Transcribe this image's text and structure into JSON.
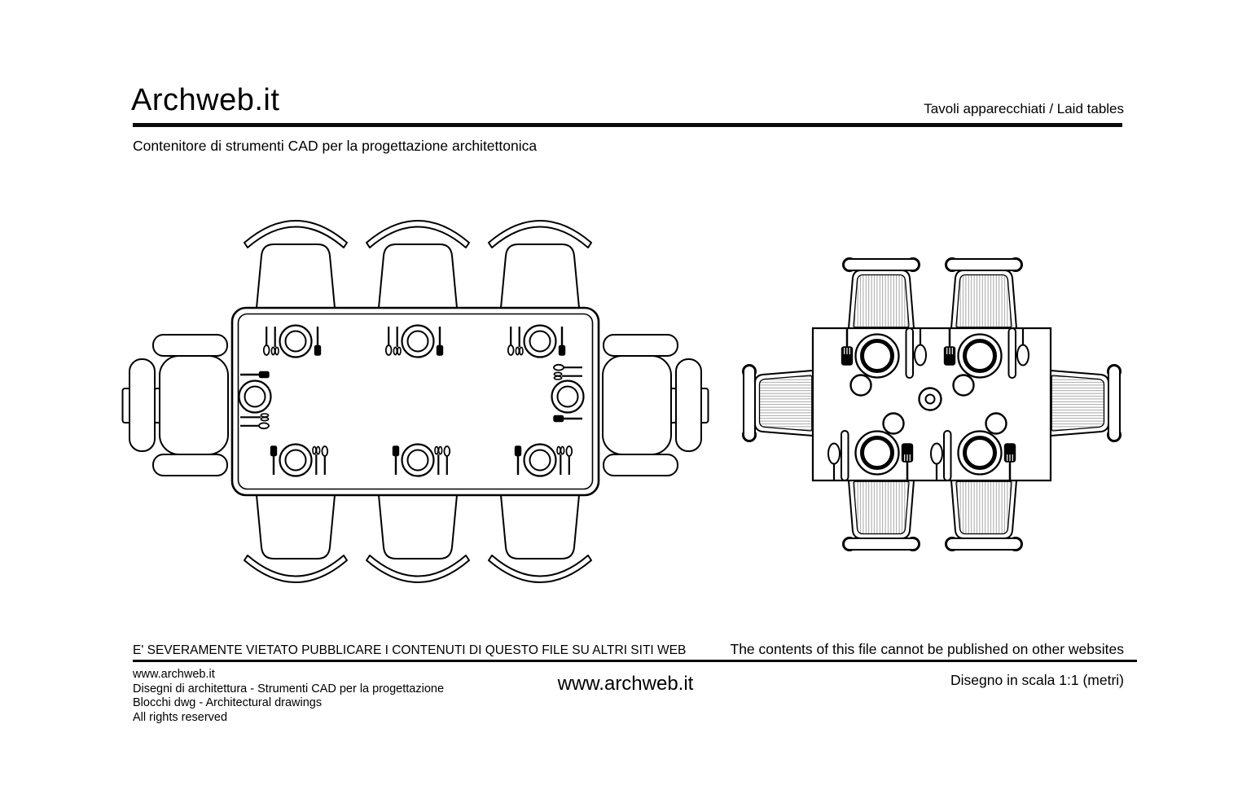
{
  "page": {
    "background": "#ffffff",
    "ink": "#000000"
  },
  "header": {
    "logo": "Archweb.it",
    "category_label": "Tavoli apparecchiati  /  Laid tables",
    "subtitle": "Contenitore di strumenti CAD per la progettazione architettonica"
  },
  "drawings": {
    "left_table": {
      "name": "rectangular laid table, 8 place settings, 8 chairs"
    },
    "right_table": {
      "name": "square laid table, 4 place settings, 6 slat chairs"
    }
  },
  "footer": {
    "notice_it": "E' SEVERAMENTE VIETATO PUBBLICARE I CONTENUTI DI QUESTO FILE SU ALTRI SITI WEB",
    "notice_en": "The contents of this file cannot be published on other websites",
    "info_lines": [
      "www.archweb.it",
      "Disegni di architettura - Strumenti CAD  per la progettazione",
      "Blocchi dwg - Architectural drawings",
      "All rights reserved"
    ],
    "site_url": "www.archweb.it",
    "scale_note": "Disegno in scala 1:1 (metri)"
  }
}
